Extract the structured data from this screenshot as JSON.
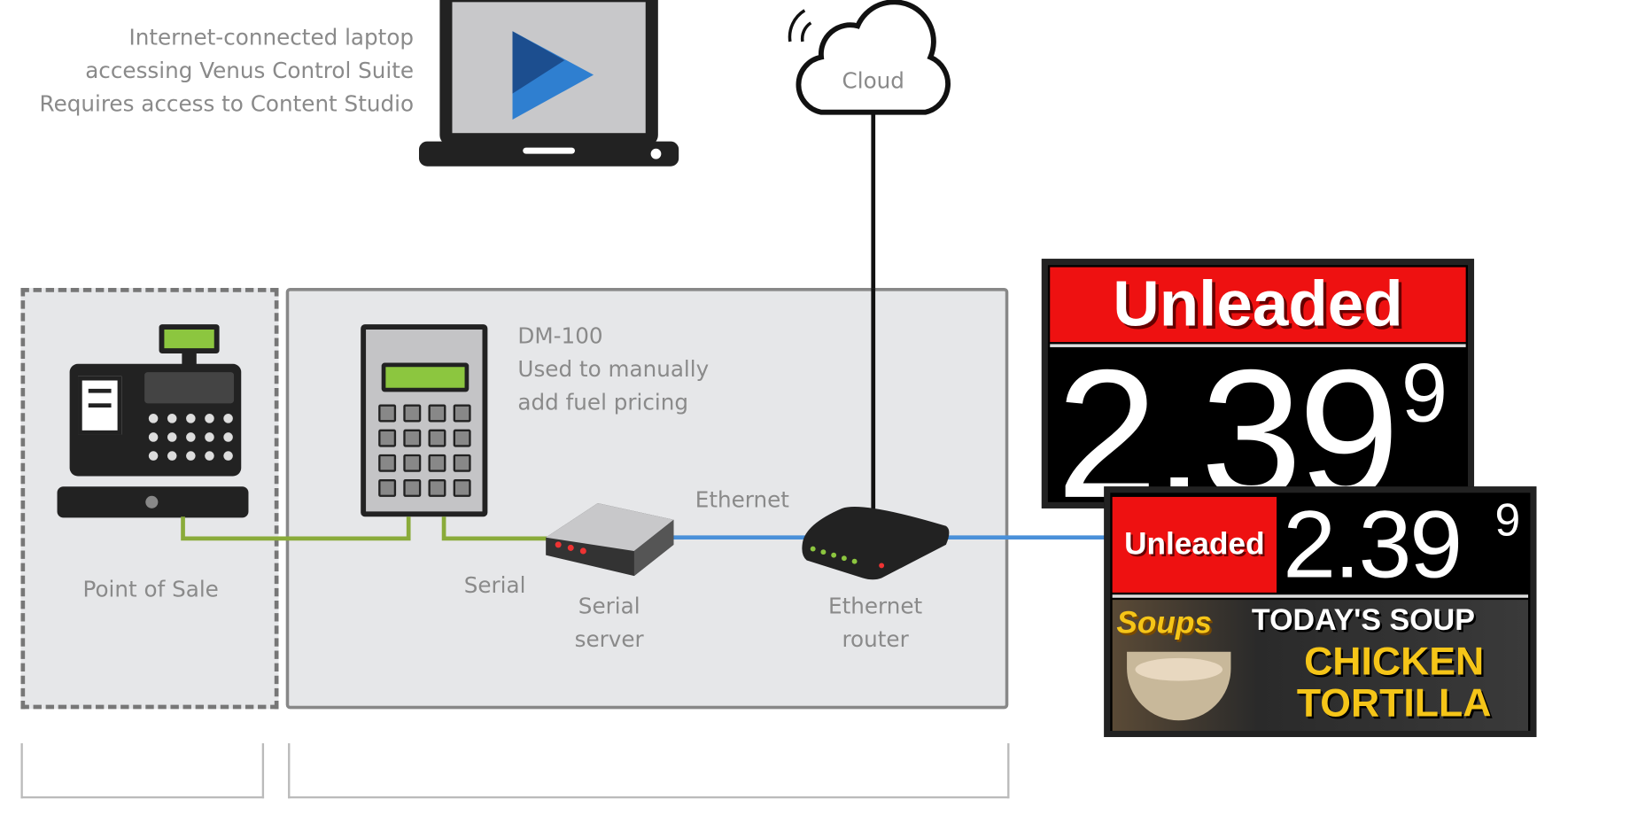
{
  "laptop": {
    "caption_lines": [
      "Internet-connected laptop",
      "accessing Venus Control Suite",
      "Requires access to Content Studio"
    ]
  },
  "cloud": {
    "label": "Cloud"
  },
  "pos": {
    "label": "Point of Sale"
  },
  "dm100": {
    "title": "DM-100",
    "desc_lines": [
      "Used to manually",
      "add fuel pricing"
    ]
  },
  "connections": {
    "serial": "Serial",
    "ethernet": "Ethernet"
  },
  "serial_server": {
    "label_lines": [
      "Serial",
      "server"
    ]
  },
  "router": {
    "label_lines": [
      "Ethernet",
      "router"
    ]
  },
  "sign_large": {
    "fuel": "Unleaded",
    "price": "2.39",
    "fraction": "9"
  },
  "sign_small": {
    "fuel": "Unleaded",
    "price": "2.39",
    "fraction": "9",
    "soup_logo": "Soups",
    "soup_heading": "TODAY'S SOUP",
    "soup_name_lines": [
      "CHICKEN",
      "TORTILLA"
    ]
  },
  "colors": {
    "serial_line": "#8aab3a",
    "ethernet_line": "#4a90d9",
    "sign_red": "#ee1111",
    "soup_yellow": "#f5c518",
    "box_fill": "#e6e7e9"
  }
}
